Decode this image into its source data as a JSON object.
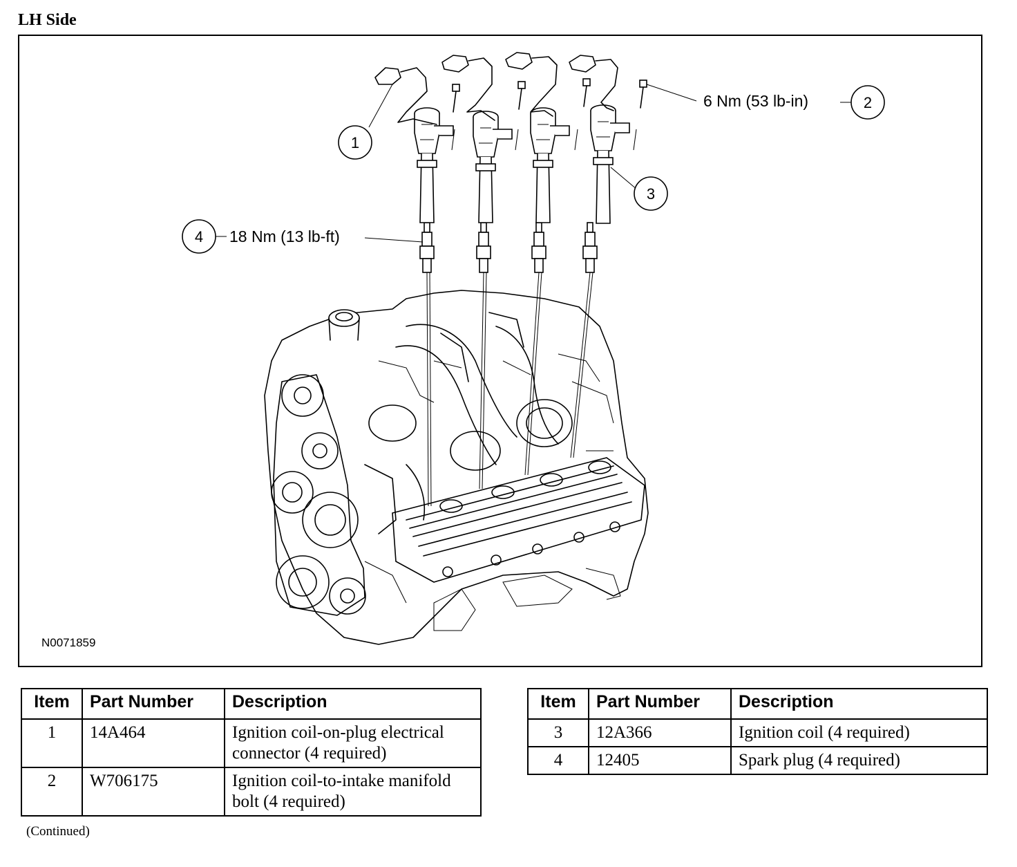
{
  "heading": "LH Side",
  "figure": {
    "figure_id": "N0071859",
    "callouts": [
      {
        "number": "1",
        "text": ""
      },
      {
        "number": "2",
        "text": "6 Nm (53 lb-in)"
      },
      {
        "number": "3",
        "text": ""
      },
      {
        "number": "4",
        "text": "18 Nm (13 lb-ft)"
      }
    ]
  },
  "table_left": {
    "headers": [
      "Item",
      "Part Number",
      "Description"
    ],
    "rows": [
      {
        "item": "1",
        "part_number": "14A464",
        "description": "Ignition coil-on-plug electrical connector (4 required)"
      },
      {
        "item": "2",
        "part_number": "W706175",
        "description": "Ignition coil-to-intake manifold bolt (4 required)"
      }
    ]
  },
  "table_right": {
    "headers": [
      "Item",
      "Part Number",
      "Description"
    ],
    "rows": [
      {
        "item": "3",
        "part_number": "12A366",
        "description": "Ignition coil (4 required)"
      },
      {
        "item": "4",
        "part_number": "12405",
        "description": "Spark plug (4 required)"
      }
    ]
  },
  "footer_note": "(Continued)"
}
